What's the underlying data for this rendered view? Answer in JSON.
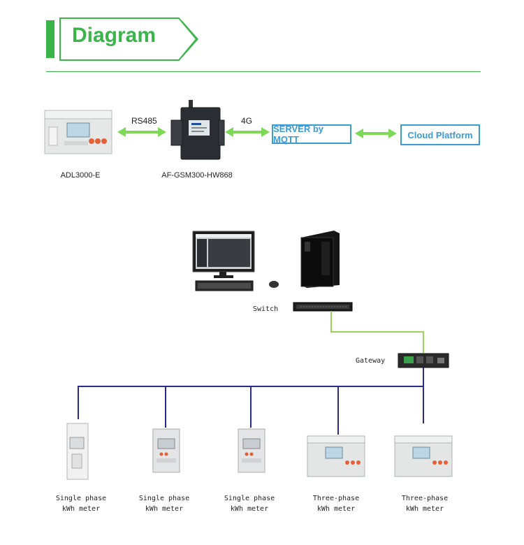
{
  "header": {
    "title": "Diagram"
  },
  "top_flow": {
    "link1": "RS485",
    "link2": "4G",
    "device1": "ADL3000-E",
    "device2": "AF-GSM300-HW868",
    "server": "SERVER by MQTT",
    "cloud": "Cloud Platform"
  },
  "network": {
    "switch": "Switch",
    "gateway": "Gateway",
    "meters": [
      {
        "line1": "Single phase",
        "line2": "kWh meter"
      },
      {
        "line1": "Single phase",
        "line2": "kWh meter"
      },
      {
        "line1": "Single phase",
        "line2": "kWh meter"
      },
      {
        "line1": "Three-phase",
        "line2": "kWh meter"
      },
      {
        "line1": "Three-phase",
        "line2": "kWh meter"
      }
    ]
  },
  "colors": {
    "accent_green": "#3bb54a",
    "arrow_green": "#7ed957",
    "box_blue": "#3a9bd6",
    "bus_navy": "#2a2a8c",
    "link_green": "#9bd15c"
  }
}
